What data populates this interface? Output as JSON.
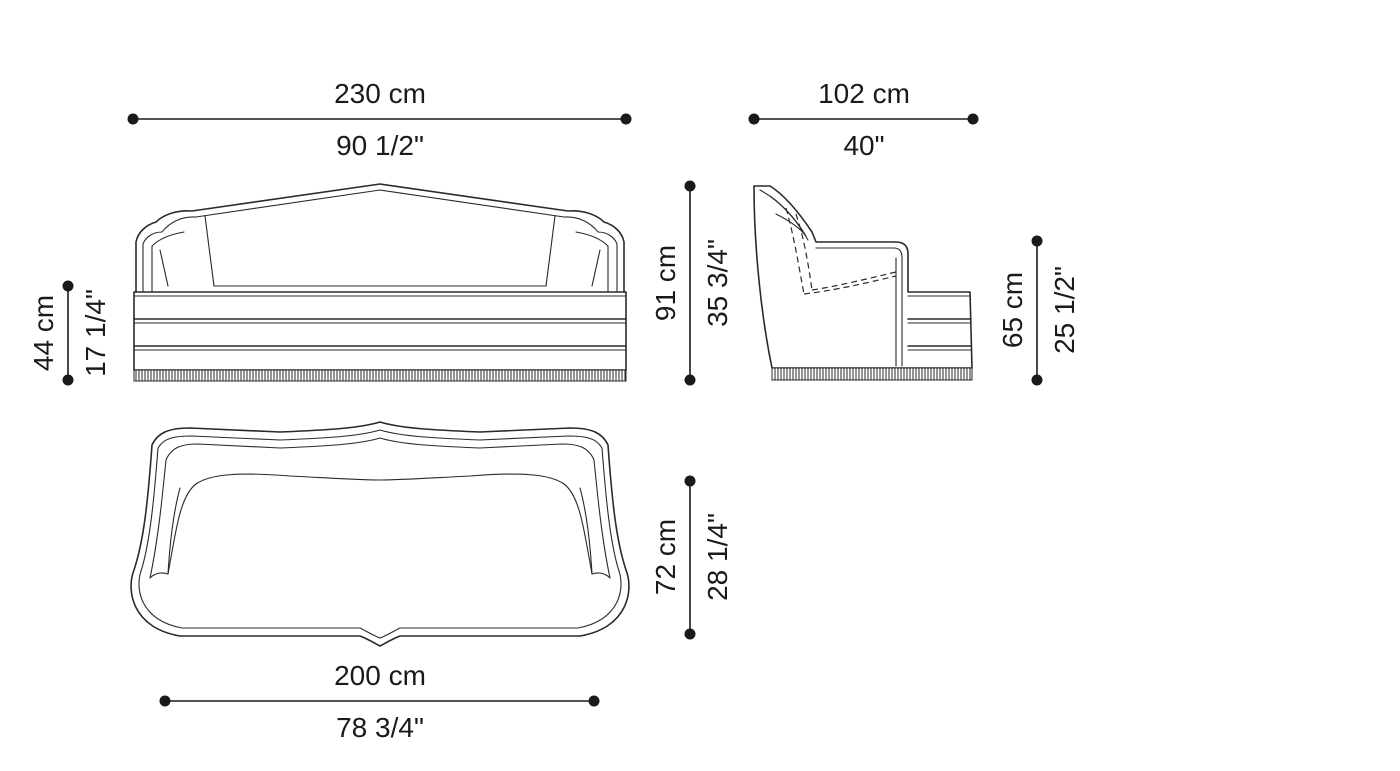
{
  "front_view": {
    "width": {
      "metric": "230 cm",
      "imperial": "90 1/2\""
    },
    "total_height": {
      "metric": "91 cm",
      "imperial": "35 3/4\""
    },
    "seat_height": {
      "metric": "44 cm",
      "imperial": "17 1/4\""
    }
  },
  "side_view": {
    "depth": {
      "metric": "102 cm",
      "imperial": "40\""
    },
    "arm_height": {
      "metric": "65 cm",
      "imperial": "25 1/2\""
    }
  },
  "top_view": {
    "inner_width": {
      "metric": "200 cm",
      "imperial": "78 3/4\""
    },
    "seat_depth": {
      "metric": "72 cm",
      "imperial": "28 1/4\""
    }
  }
}
